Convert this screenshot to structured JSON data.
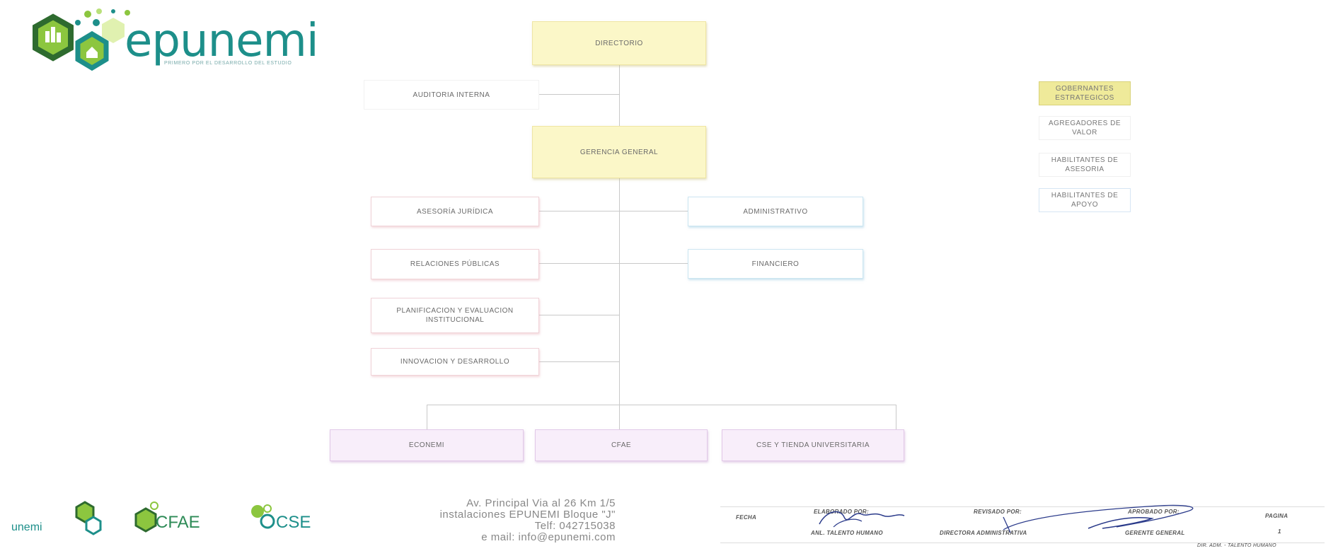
{
  "logo": {
    "brand": "epunemi",
    "tagline": "PRIMERO POR EL DESARROLLO DEL ESTUDIO"
  },
  "org": {
    "directorio": "DIRECTORIO",
    "auditoria": "AUDITORIA INTERNA",
    "gerencia": "GERENCIA GENERAL",
    "asesoria_juridica": "ASESORÍA JURÍDICA",
    "relaciones_publicas": "RELACIONES PÚBLICAS",
    "planificacion": "PLANIFICACION Y EVALUACION INSTITUCIONAL",
    "innovacion": "INNOVACION Y DESARROLLO",
    "administrativo": "ADMINISTRATIVO",
    "financiero": "FINANCIERO",
    "econemi": "ECONEMI",
    "cfae": "CFAE",
    "cse": "CSE Y TIENDA UNIVERSITARIA"
  },
  "legend": [
    {
      "label": "GOBERNANTES ESTRATEGICOS",
      "color": "#fbf7c8"
    },
    {
      "label": "AGREGADORES DE VALOR",
      "color": "#ffffff"
    },
    {
      "label": "HABILITANTES DE ASESORIA",
      "color": "#ffffff"
    },
    {
      "label": "HABILITANTES DE APOYO",
      "color": "#ffffff"
    }
  ],
  "footer": {
    "logos": [
      "unemi",
      "CFAE",
      "CSE"
    ],
    "address_line1": "Av. Principal Via al 26 Km 1/5",
    "address_line2": "instalaciones EPUNEMI Bloque \"J\"",
    "phone": "Telf: 042715038",
    "email": "e mail: info@epunemi.com"
  },
  "signature_table": {
    "fecha": "FECHA",
    "elaborado_label": "ELABORADO POR:",
    "elaborado_role": "ANL. TALENTO HUMANO",
    "revisado_label": "REVISADO POR:",
    "revisado_role": "DIRECTORA ADMINISTRATIVA",
    "aprobado_label": "APROBADO POR:",
    "aprobado_role": "GERENTE GENERAL",
    "pagina_label": "PAGINA",
    "pagina_value": "1",
    "note": "DIR. ADM. - TALENTO HUMANO"
  },
  "colors": {
    "green": "#8cc63f",
    "teal": "#1d8f8a",
    "dark_green": "#2e6b2f",
    "yellow": "#fbf7c8"
  }
}
